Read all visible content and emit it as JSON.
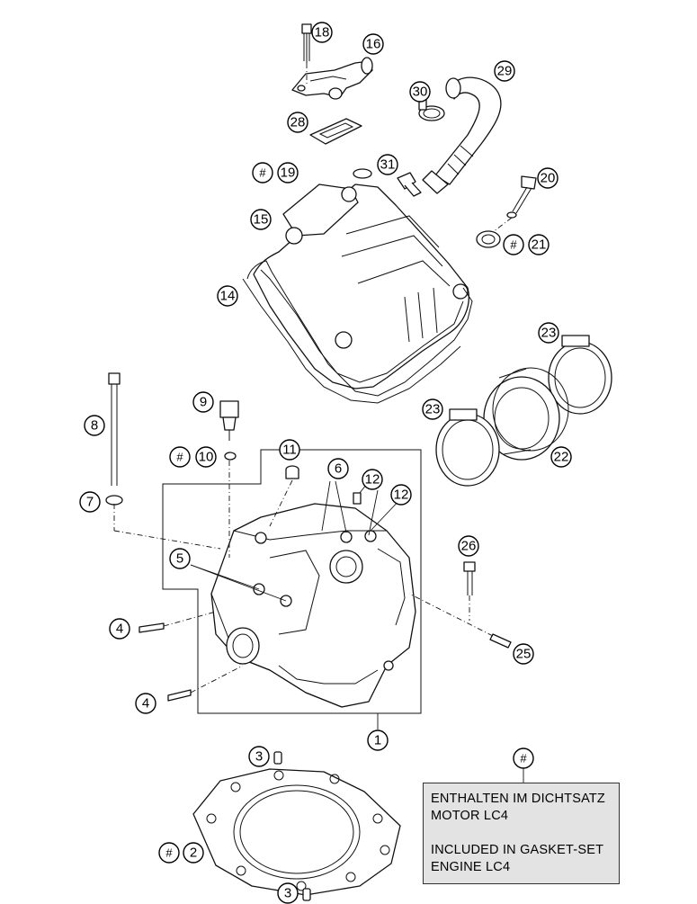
{
  "callouts": {
    "c1": "1",
    "c2": "2",
    "c3a": "3",
    "c3b": "3",
    "c4a": "4",
    "c4b": "4",
    "c5": "5",
    "c6": "6",
    "c7": "7",
    "c8": "8",
    "c9": "9",
    "c10": "10",
    "c11": "11",
    "c12a": "12",
    "c12b": "12",
    "c14": "14",
    "c15": "15",
    "c16": "16",
    "c18": "18",
    "c19": "19",
    "c20": "20",
    "c21": "21",
    "c22": "22",
    "c23a": "23",
    "c23b": "23",
    "c25": "25",
    "c26": "26",
    "c28": "28",
    "c29": "29",
    "c30": "30",
    "c31": "31"
  },
  "hash_mark": "#",
  "note": {
    "hash": "#",
    "line1": "ENTHALTEN IM DICHTSATZ",
    "line2": "MOTOR LC4",
    "line3": "INCLUDED IN GASKET-SET",
    "line4": "ENGINE LC4"
  }
}
